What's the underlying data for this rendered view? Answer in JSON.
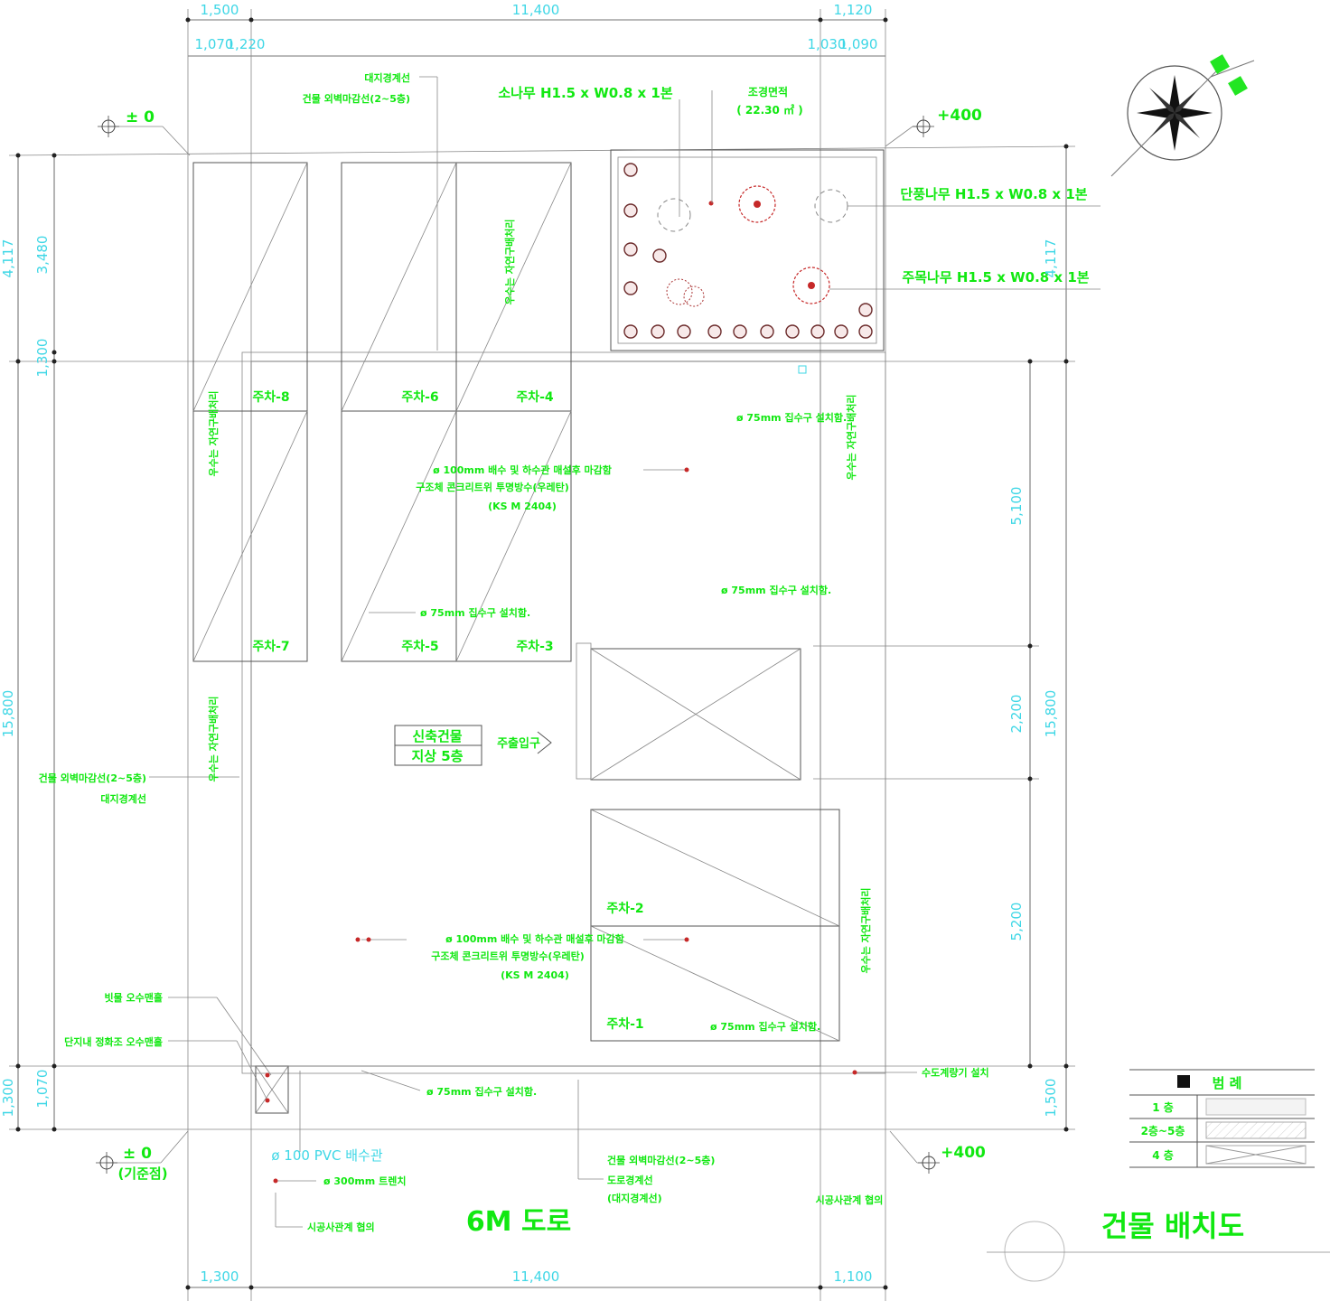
{
  "title": "건물 배치도",
  "road": "6M 도로",
  "building": {
    "line1": "신축건물",
    "line2": "지상 5층"
  },
  "entrance": "주출입구",
  "levels": {
    "tl": "± 0",
    "tr": "+400",
    "bl": "± 0",
    "bl_sub": "(기준점)",
    "br": "+400"
  },
  "parking": [
    "주차-1",
    "주차-2",
    "주차-3",
    "주차-4",
    "주차-5",
    "주차-6",
    "주차-7",
    "주차-8"
  ],
  "trees": {
    "pine": "소나무 H1.5 x W0.8 x 1본",
    "maple": "단풍나무 H1.5 x W0.8 x 1본",
    "fir": "주목나무 H1.5 x W0.8 x 1본"
  },
  "landscape": {
    "label": "조경면적",
    "area": "( 22.30 ㎡ )"
  },
  "notes": {
    "boundary_top_1": "대지경계선",
    "boundary_top_2": "건물 외벽마감선(2~5층)",
    "boundary_left_1": "건물 외벽마감선(2~5층)",
    "boundary_left_2": "대지경계선",
    "boundary_bottom_1": "건물 외벽마감선(2~5층)",
    "boundary_bottom_2": "도로경계선",
    "boundary_bottom_3": "(대지경계선)",
    "drain_75_1": "ø 75mm 집수구 설치함.",
    "drain_75_2": "ø 75mm 집수구 설치함.",
    "drain_75_3": "ø 75mm 집수구 설치함.",
    "drain_75_4": "ø 75mm 집수구 설치함.",
    "drain_75_5": "ø 75mm 집수구 설치함.",
    "pipe_top_1": "ø 100mm 배수 및 하수관 매설후 마감함",
    "pipe_top_2": "구조체 콘크리트위 투명방수(우레탄)",
    "pipe_top_3": "(KS M 2404)",
    "pipe_bot_1": "ø 100mm 배수 및 하수관 매설후 마감함",
    "pipe_bot_2": "구조체 콘크리트위 투명방수(우레탄)",
    "pipe_bot_3": "(KS M 2404)",
    "rain_drain": "빗물 오수맨홀",
    "combined": "단지내 정화조 오수맨홀",
    "water_meter": "수도계량기 설치",
    "trench": "ø 300mm 트렌치",
    "sewer_left": "시공사관계 협의",
    "sewer_right": "시공사관계 협의",
    "slope_label": "우수는 자연구배처리",
    "pipe_label": "ø 100 PVC 배수관"
  },
  "dims": {
    "top_a": "1,500",
    "top_b": "11,400",
    "top_c": "1,120",
    "top2_a": "1,070",
    "top2_b": "1,220",
    "top2_c": "1,030",
    "top2_d": "1,090",
    "left_a": "4,117",
    "left_b": "3,480",
    "left_c": "1,300",
    "left_d": "15,800",
    "left_e": "1,300",
    "left_f": "1,070",
    "right_a": "4,117",
    "right_b": "5,100",
    "right_c": "2,200",
    "right_d": "15,800",
    "right_e": "5,200",
    "right_f": "1,500",
    "bot_a": "1,300",
    "bot_b": "11,400",
    "bot_c": "1,100"
  },
  "legend": {
    "header": "범 례",
    "rows": [
      "1 층",
      "2층~5층",
      "4 층"
    ]
  }
}
